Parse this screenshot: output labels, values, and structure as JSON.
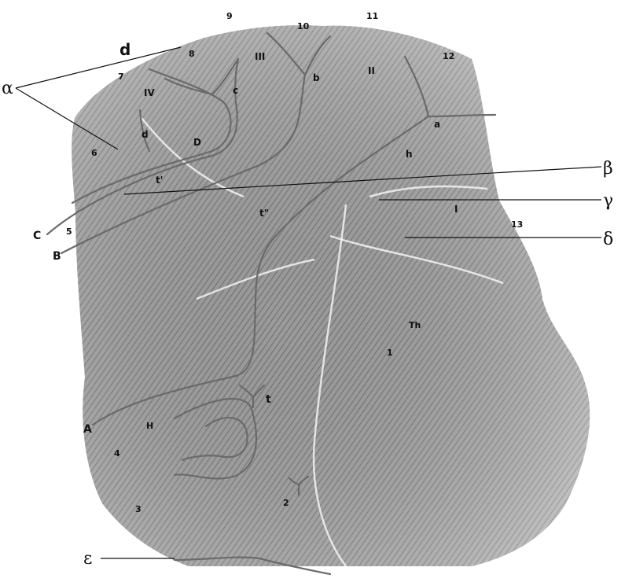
{
  "figure": {
    "colors": {
      "background": "#ffffff",
      "print": "#9a9a9a",
      "ridge_line": "#6a6a6a",
      "pointer": "#111111"
    },
    "line_labels": {
      "A": "A",
      "B": "B",
      "C": "C",
      "D": "D"
    },
    "triradii": {
      "a": "a",
      "b": "b",
      "c": "c",
      "d": "d",
      "t": "t"
    },
    "areas": {
      "II": "II",
      "III": "III",
      "IV": "IV",
      "I": "I",
      "H": "H",
      "Th": "Th",
      "h": "h",
      "t_prime": "t'",
      "t_double_prime": "t\""
    },
    "numbers": [
      "1",
      "2",
      "3",
      "4",
      "5",
      "6",
      "7",
      "8",
      "9",
      "10",
      "11",
      "12",
      "13"
    ],
    "greek": {
      "alpha": "α",
      "alpha_letter": "d",
      "beta": "β",
      "gamma": "γ",
      "delta": "δ",
      "epsilon": "ε"
    }
  }
}
